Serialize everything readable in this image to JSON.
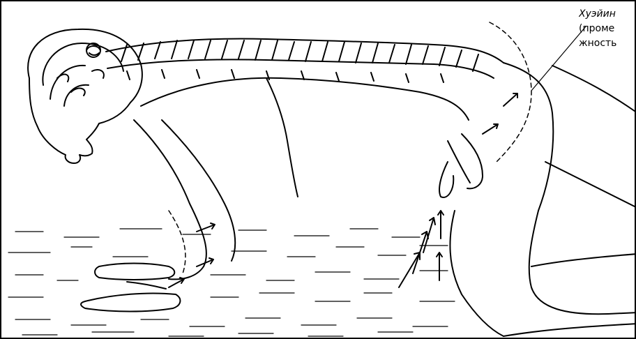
{
  "figure": {
    "label_lines": [
      "Хуэйин",
      "(проме",
      "жность"
    ]
  },
  "colors": {
    "ink": "#000000",
    "paper": "#ffffff"
  }
}
